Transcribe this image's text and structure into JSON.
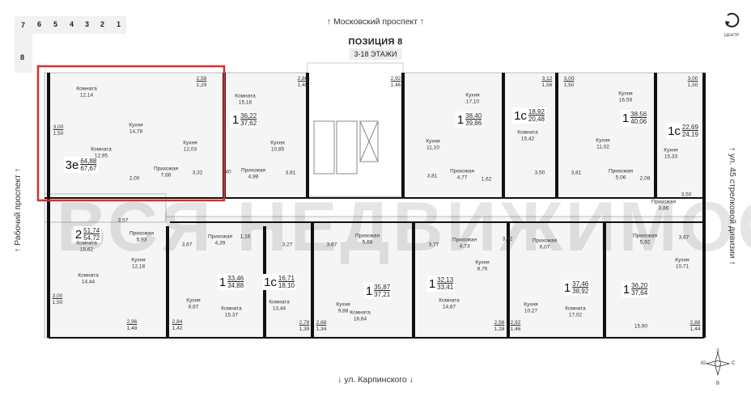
{
  "streets": {
    "top": "↑ Московский проспект ↑",
    "left": "↑ Рабочий проспект ↑",
    "right": "↑ ул. 45 стрелковой дивизии ↑",
    "bottom": "↓ ул. Карпинского ↓"
  },
  "header": {
    "title": "ПОЗИЦИЯ 8",
    "floors": "3-18 ЭТАЖИ"
  },
  "center_button": {
    "icon": "recenter-icon",
    "label": "ЦЕНТР"
  },
  "sections": [
    "7",
    "6",
    "5",
    "4",
    "3",
    "2",
    "1",
    "8"
  ],
  "watermark": "ВСЯ НЕДВИЖИМОСТЬ",
  "compass": {
    "n": "З",
    "w": "Ю",
    "e": "С",
    "s": "В"
  },
  "colors": {
    "highlight": "#d32f2f",
    "wall": "#111111",
    "floor": "#f4f4f4"
  },
  "apartments": [
    {
      "type": "3е",
      "area_living": "64,88",
      "area_total": "67,67",
      "selected": true,
      "labels": [
        {
          "name": "Комната",
          "area": "12,14"
        },
        {
          "name": "Кухня",
          "area": "14,78"
        },
        {
          "name": "Комната",
          "area": "12,95"
        },
        {
          "name": "Кухня",
          "area": "12,03"
        },
        {
          "name": "Прихожая",
          "area": "7,66"
        },
        {
          "name": "",
          "area": "3,32"
        },
        {
          "name": "",
          "area": "2,00"
        }
      ],
      "balconies": [
        {
          "a": "3,00",
          "b": "1,50"
        },
        {
          "a": "2,58",
          "b": "1,29"
        }
      ]
    },
    {
      "type": "1",
      "area_living": "36,22",
      "area_total": "37,62",
      "labels": [
        {
          "name": "Комната",
          "area": "15,18"
        },
        {
          "name": "Кухня",
          "area": "10,85"
        },
        {
          "name": "Прихожая",
          "area": "4,98"
        },
        {
          "name": "",
          "area": "3,81"
        },
        {
          "name": "",
          "area": "40"
        }
      ],
      "balconies": [
        {
          "a": "2,80",
          "b": "1,40"
        }
      ]
    },
    {
      "type": "1",
      "area_living": "38,40",
      "area_total": "39,86",
      "labels": [
        {
          "name": "Кухня",
          "area": "17,10"
        },
        {
          "name": "Кухня",
          "area": "11,10"
        },
        {
          "name": "Прихожая",
          "area": "4,77"
        },
        {
          "name": "",
          "area": "3,81"
        },
        {
          "name": "",
          "area": "1,62"
        }
      ],
      "balconies": [
        {
          "a": "2,92",
          "b": "1,46"
        }
      ]
    },
    {
      "type": "1с",
      "area_living": "18,92",
      "area_total": "20,48",
      "labels": [
        {
          "name": "Комната",
          "area": "15,42"
        },
        {
          "name": "",
          "area": "3,50"
        }
      ],
      "balconies": [
        {
          "a": "3,12",
          "b": "1,56"
        }
      ]
    },
    {
      "type": "1",
      "area_living": "38,56",
      "area_total": "40,06",
      "labels": [
        {
          "name": "Кухня",
          "area": "16,59"
        },
        {
          "name": "Кухня",
          "area": "11,02"
        },
        {
          "name": "Прихожая",
          "area": "5,06"
        },
        {
          "name": "",
          "area": "3,81"
        },
        {
          "name": "",
          "area": "2,08"
        }
      ],
      "balconies": [
        {
          "a": "3,00",
          "b": "1,50"
        }
      ]
    },
    {
      "type": "1с",
      "area_living": "22,69",
      "area_total": "24,19",
      "labels": [
        {
          "name": "Кухня",
          "area": "15,33"
        },
        {
          "name": "",
          "area": "3,50"
        },
        {
          "name": "Прихожая",
          "area": "3,86"
        }
      ],
      "balconies": [
        {
          "a": "3,00",
          "b": "1,50"
        }
      ]
    },
    {
      "type": "2",
      "area_living": "51,74",
      "area_total": "54,72",
      "labels": [
        {
          "name": "",
          "area": "3,57"
        },
        {
          "name": "Прихожая",
          "area": "5,93"
        },
        {
          "name": "Комната",
          "area": "15,62"
        },
        {
          "name": "Кухня",
          "area": "12,18"
        },
        {
          "name": "Комната",
          "area": "14,44"
        }
      ],
      "balconies": [
        {
          "a": "3,00",
          "b": "1,50"
        },
        {
          "a": "2,96",
          "b": "1,48"
        }
      ]
    },
    {
      "type": "1",
      "area_living": "33,46",
      "area_total": "34,88",
      "labels": [
        {
          "name": "",
          "area": "3,67"
        },
        {
          "name": "Прихожая",
          "area": "4,39"
        },
        {
          "name": "",
          "area": "1,16"
        },
        {
          "name": "Кухня",
          "area": "8,87"
        },
        {
          "name": "Комната",
          "area": "15,37"
        }
      ],
      "balconies": [
        {
          "a": "2,84",
          "b": "1,42"
        }
      ]
    },
    {
      "type": "1с",
      "area_living": "16,71",
      "area_total": "18,10",
      "labels": [
        {
          "name": "",
          "area": "3,27"
        },
        {
          "name": "Комната",
          "area": "13,44"
        }
      ],
      "balconies": [
        {
          "a": "2,78",
          "b": "1,39"
        }
      ]
    },
    {
      "type": "1",
      "area_living": "35,87",
      "area_total": "37,21",
      "labels": [
        {
          "name": "",
          "area": "3,67"
        },
        {
          "name": "Прихожая",
          "area": "5,68"
        },
        {
          "name": "Кухня",
          "area": "9,88"
        },
        {
          "name": "Комната",
          "area": "16,64"
        }
      ],
      "balconies": [
        {
          "a": "2,68",
          "b": "1,34"
        }
      ]
    },
    {
      "type": "1",
      "area_living": "32,13",
      "area_total": "33,41",
      "labels": [
        {
          "name": "",
          "area": "3,77"
        },
        {
          "name": "Прихожая",
          "area": "4,73"
        },
        {
          "name": "Комната",
          "area": "14,87"
        },
        {
          "name": "Кухня",
          "area": "8,76"
        }
      ],
      "balconies": [
        {
          "a": "2,56",
          "b": "1,28"
        }
      ]
    },
    {
      "type": "1",
      "area_living": "37,46",
      "area_total": "38,92",
      "labels": [
        {
          "name": "",
          "area": "3,92"
        },
        {
          "name": "Прихожая",
          "area": "6,07"
        },
        {
          "name": "Кухня",
          "area": "10,27"
        },
        {
          "name": "Комната",
          "area": "17,02"
        }
      ],
      "balconies": [
        {
          "a": "2,92",
          "b": "1,46"
        }
      ]
    },
    {
      "type": "1",
      "area_living": "36,20",
      "area_total": "37,64",
      "labels": [
        {
          "name": "Прихожая",
          "area": "5,92"
        },
        {
          "name": "",
          "area": "3,67"
        },
        {
          "name": "Кухня",
          "area": "10,71"
        },
        {
          "name": "",
          "area": "15,90"
        }
      ],
      "balconies": [
        {
          "a": "2,88",
          "b": "1,44"
        }
      ]
    }
  ]
}
